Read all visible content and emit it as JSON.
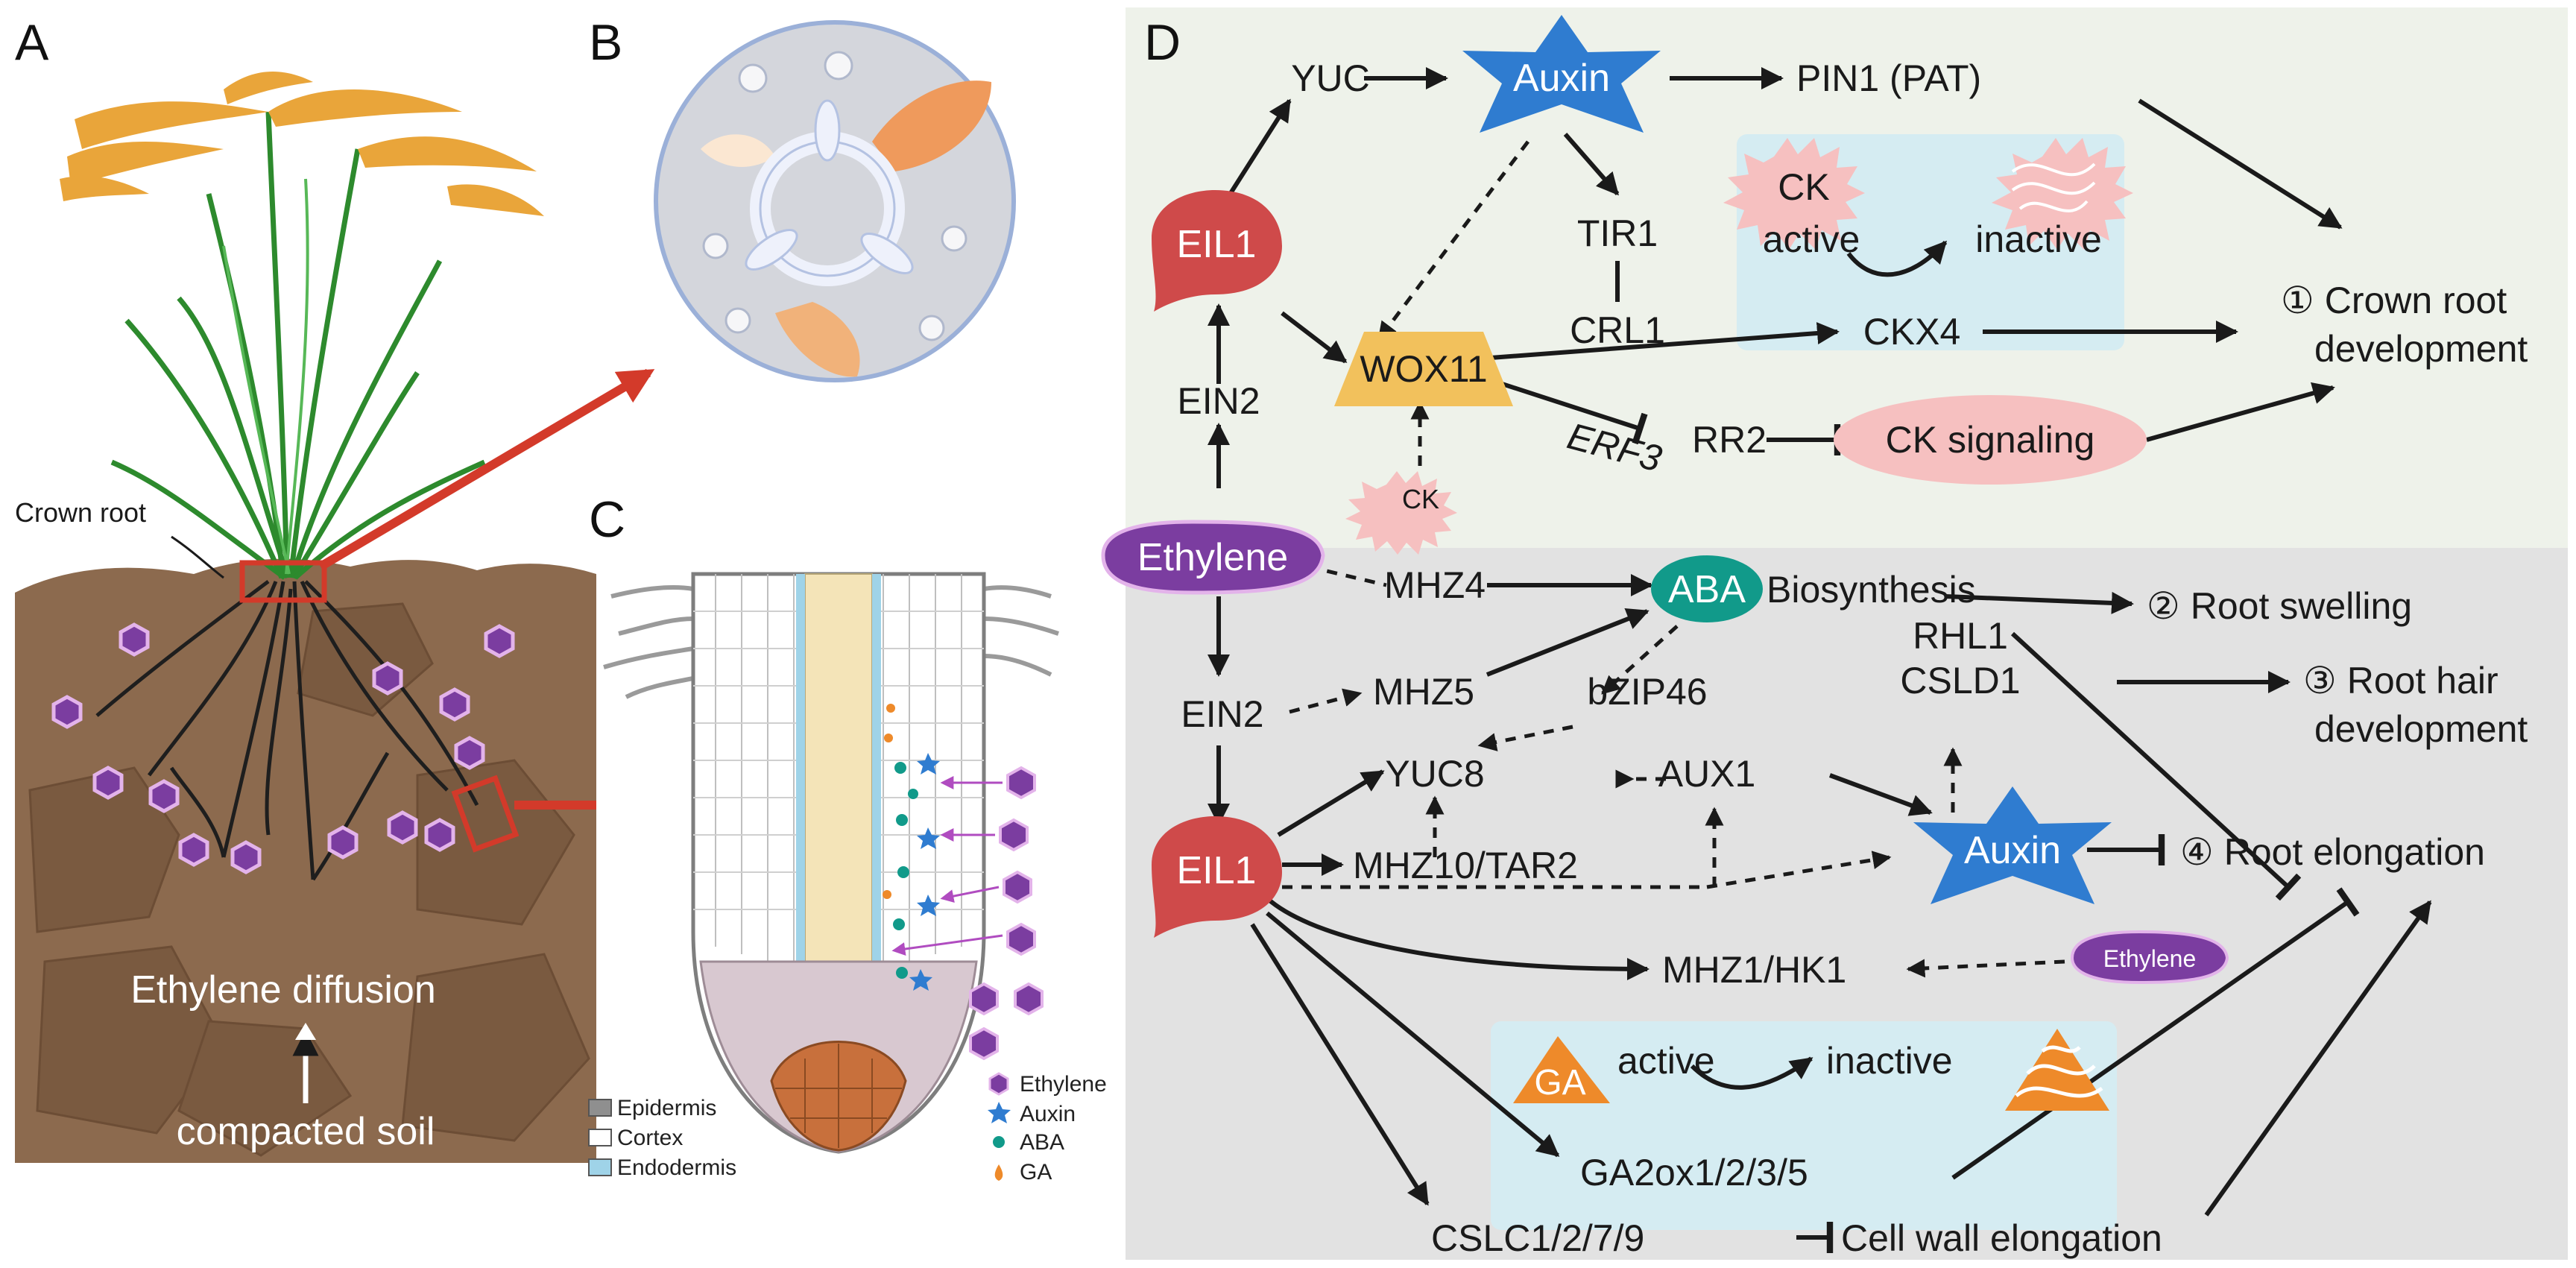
{
  "panels": {
    "a": "A",
    "b": "B",
    "c": "C",
    "d": "D"
  },
  "panel_a": {
    "crown_root": "Crown root",
    "ethylene_diffusion": "Ethylene diffusion",
    "compacted_soil": "compacted soil"
  },
  "panel_c": {
    "legend_left": [
      "Epidermis",
      "Cortex",
      "Endodermis"
    ],
    "legend_right": [
      "Ethylene",
      "Auxin",
      "ABA",
      "GA"
    ]
  },
  "top": {
    "yuc": "YUC",
    "auxin": "Auxin",
    "pin1": "PIN1 (PAT)",
    "tir1": "TIR1",
    "crl1": "CRL1",
    "ck": "CK",
    "active": "active",
    "inactive": "inactive",
    "eil1": "EIL1",
    "ein2": "EIN2",
    "wox11": "WOX11",
    "ckx4": "CKX4",
    "erf3": "ERF3",
    "rr2": "RR2",
    "ck_signaling": "CK signaling",
    "ck_small": "CK",
    "crown_root_dev_1": "① Crown root",
    "crown_root_dev_2": "development"
  },
  "center": {
    "ethylene": "Ethylene"
  },
  "bottom": {
    "mhz4": "MHZ4",
    "aba": "ABA",
    "biosynthesis": "Biosynthesis",
    "root_swelling": "② Root swelling",
    "mhz5": "MHZ5",
    "bzip46": "bZIP46",
    "rhl1": "RHL1",
    "csld1": "CSLD1",
    "root_hair_1": "③ Root hair",
    "root_hair_2": "development",
    "ein2": "EIN2",
    "yuc8": "YUC8",
    "aux1": "AUX1",
    "auxin": "Auxin",
    "root_elongation": "④ Root elongation",
    "eil1": "EIL1",
    "mhz10": "MHZ10/TAR2",
    "mhz1": "MHZ1/HK1",
    "ethylene_small": "Ethylene",
    "ga": "GA",
    "active": "active",
    "inactive": "inactive",
    "ga2ox": "GA2ox1/2/3/5",
    "cslc": "CSLC1/2/7/9",
    "cell_wall": "Cell wall elongation"
  },
  "colors": {
    "top_panel_bg": "#eef2ea",
    "bottom_panel_bg": "#e2e2e2",
    "ck_box": "#d5ecf2",
    "eil1": "#cf4a4a",
    "auxin": "#2f7cd0",
    "wox11": "#f2c15c",
    "ethylene": "#7b3da0",
    "aba": "#119a8a",
    "ga": "#ee8a2a",
    "ck": "#f6c0c0"
  }
}
